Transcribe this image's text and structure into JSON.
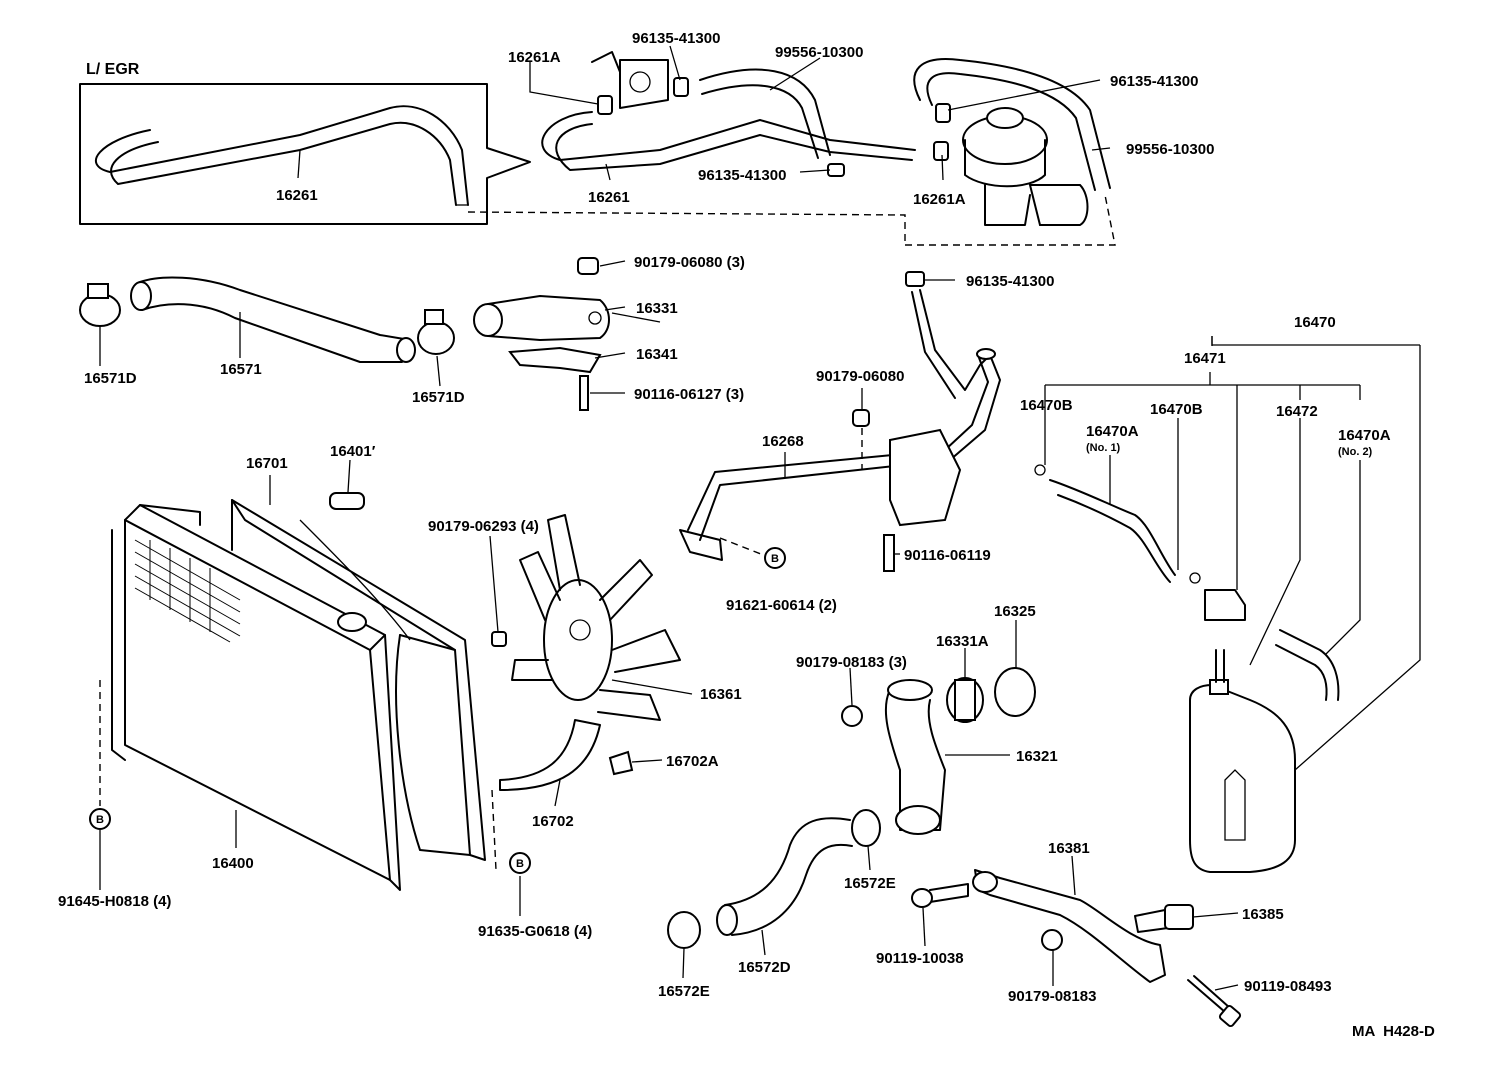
{
  "diagram": {
    "section_title": "L/ EGR",
    "drawing_code": "MA  H428-D",
    "colors": {
      "line": "#000000",
      "background": "#ffffff"
    },
    "callouts": {
      "c16261A_top": "16261A",
      "c96135_top": "96135-41300",
      "c99556_top": "99556-10300",
      "c96135_right": "96135-41300",
      "c99556_right": "99556-10300",
      "c16261_egr": "16261",
      "c16261_mid": "16261",
      "c96135_mid": "96135-41300",
      "c16261A_mid": "16261A",
      "c96135_pipe": "96135-41300",
      "c90179_06080_3": "90179-06080 (3)",
      "c16331": "16331",
      "c16341": "16341",
      "c90116_06127": "90116-06127 (3)",
      "c16571D_left": "16571D",
      "c16571": "16571",
      "c16571D_right": "16571D",
      "c16470": "16470",
      "c16471": "16471",
      "c16470B_a": "16470B",
      "c16470A_no1": "16470A",
      "c16470A_no1_sub": "(No. 1)",
      "c16470B_b": "16470B",
      "c16472": "16472",
      "c16470A_no2": "16470A",
      "c16470A_no2_sub": "(No. 2)",
      "c90179_06080": "90179-06080",
      "c16268": "16268",
      "c90116_06119": "90116-06119",
      "c91621": "91621-60614 (2)",
      "c16701": "16701",
      "c16401": "16401′",
      "c90179_06293": "90179-06293 (4)",
      "c16361": "16361",
      "c16702A": "16702A",
      "c16702": "16702",
      "c16400": "16400",
      "c91645": "91645-H0818 (4)",
      "c91635": "91635-G0618 (4)",
      "c16325": "16325",
      "c16331A": "16331A",
      "c90179_08183_3": "90179-08183 (3)",
      "c16321": "16321",
      "c16572E_right": "16572E",
      "c16572D": "16572D",
      "c16572E_left": "16572E",
      "c16381": "16381",
      "c16385": "16385",
      "c90119_10038": "90119-10038",
      "c90179_08183": "90179-08183",
      "c90119_08493": "90119-08493"
    },
    "ref_marks": {
      "b_left": "B",
      "b_bottom": "B",
      "b_bracket": "B"
    }
  }
}
